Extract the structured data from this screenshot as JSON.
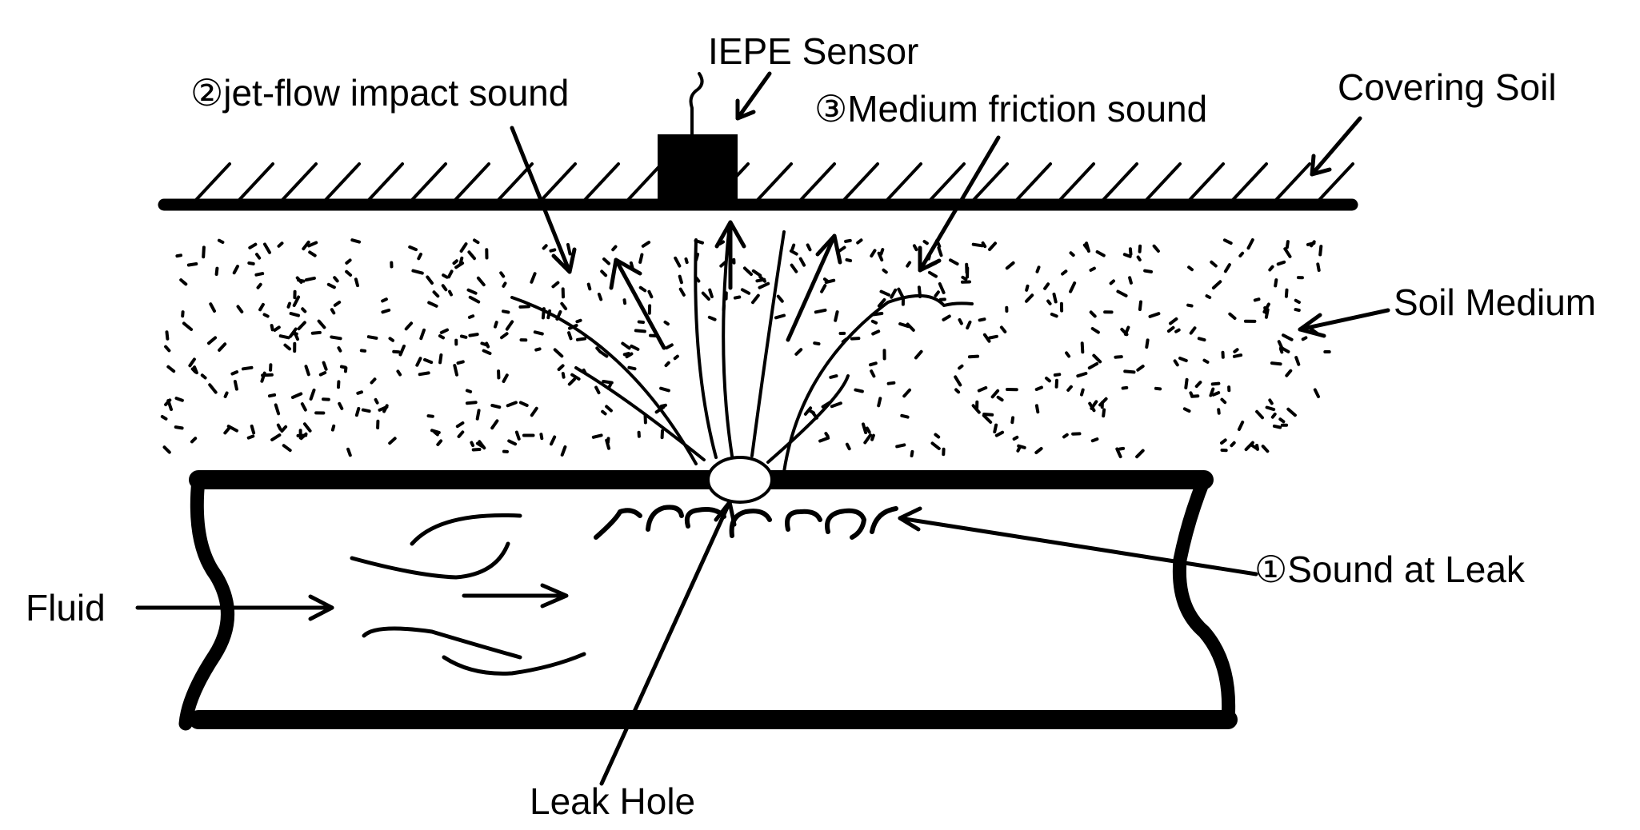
{
  "labels": {
    "iepe_sensor": "IEPE Sensor",
    "jet_flow": "②jet-flow impact sound",
    "medium_friction": "③Medium friction sound",
    "covering_soil": "Covering Soil",
    "soil_medium": "Soil Medium",
    "sound_at_leak": "①Sound at Leak",
    "fluid": "Fluid",
    "leak_hole": "Leak Hole"
  },
  "colors": {
    "ink": "#000000",
    "background": "#ffffff"
  }
}
